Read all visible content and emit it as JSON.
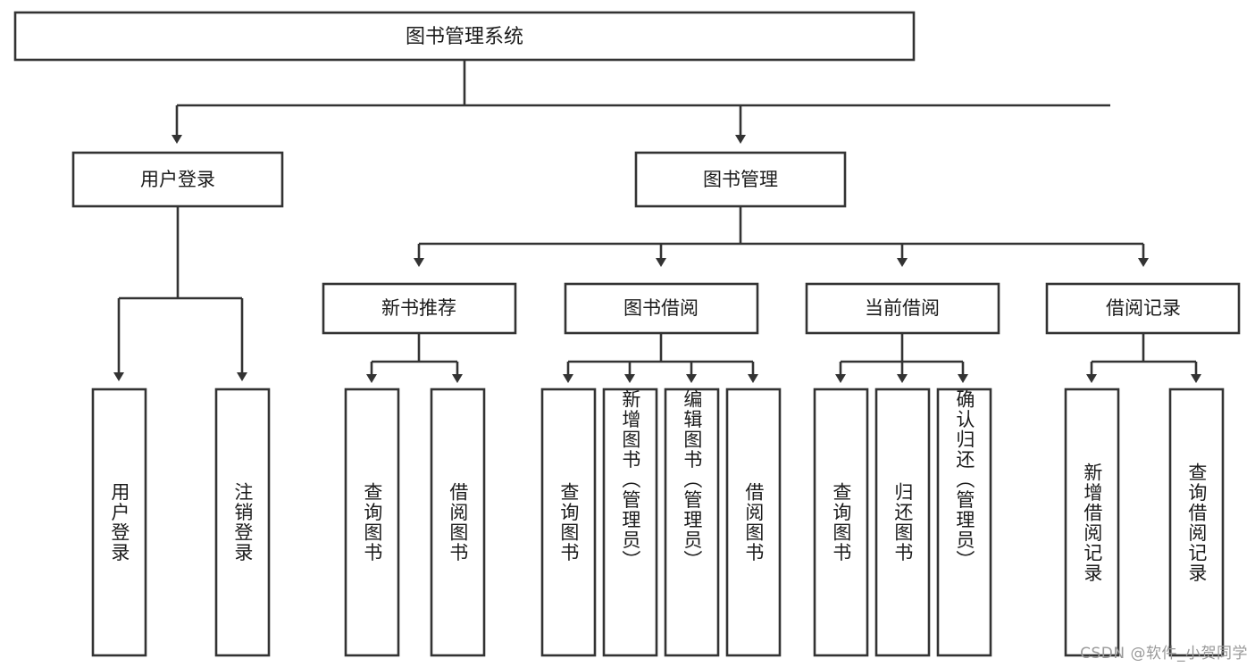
{
  "diagram": {
    "title": "图书管理系统",
    "type": "tree-hierarchy",
    "watermark": "CSDN @软件_小贺同学",
    "colors": {
      "background": "#ffffff",
      "box_fill": "#ffffff",
      "box_stroke": "#333333",
      "text": "#1b1b1b",
      "watermark": "#9a9a9a"
    },
    "root": {
      "label": "图书管理系统"
    },
    "level2": [
      {
        "label": "用户登录"
      },
      {
        "label": "图书管理"
      }
    ],
    "level3": [
      {
        "label": "新书推荐"
      },
      {
        "label": "图书借阅"
      },
      {
        "label": "当前借阅"
      },
      {
        "label": "借阅记录"
      }
    ],
    "leaves": {
      "user_login": [
        {
          "label": "用户登录"
        },
        {
          "label": "注销登录"
        }
      ],
      "new_book_recommend": [
        {
          "label": "查询图书"
        },
        {
          "label": "借阅图书"
        }
      ],
      "book_borrow": [
        {
          "label": "查询图书"
        },
        {
          "label": "新增图书（管理员）"
        },
        {
          "label": "编辑图书（管理员）"
        },
        {
          "label": "借阅图书"
        }
      ],
      "current_borrow": [
        {
          "label": "查询图书"
        },
        {
          "label": "归还图书"
        },
        {
          "label": "确认归还（管理员）"
        }
      ],
      "borrow_record": [
        {
          "label": "新增借阅记录"
        },
        {
          "label": "查询借阅记录"
        }
      ]
    }
  }
}
